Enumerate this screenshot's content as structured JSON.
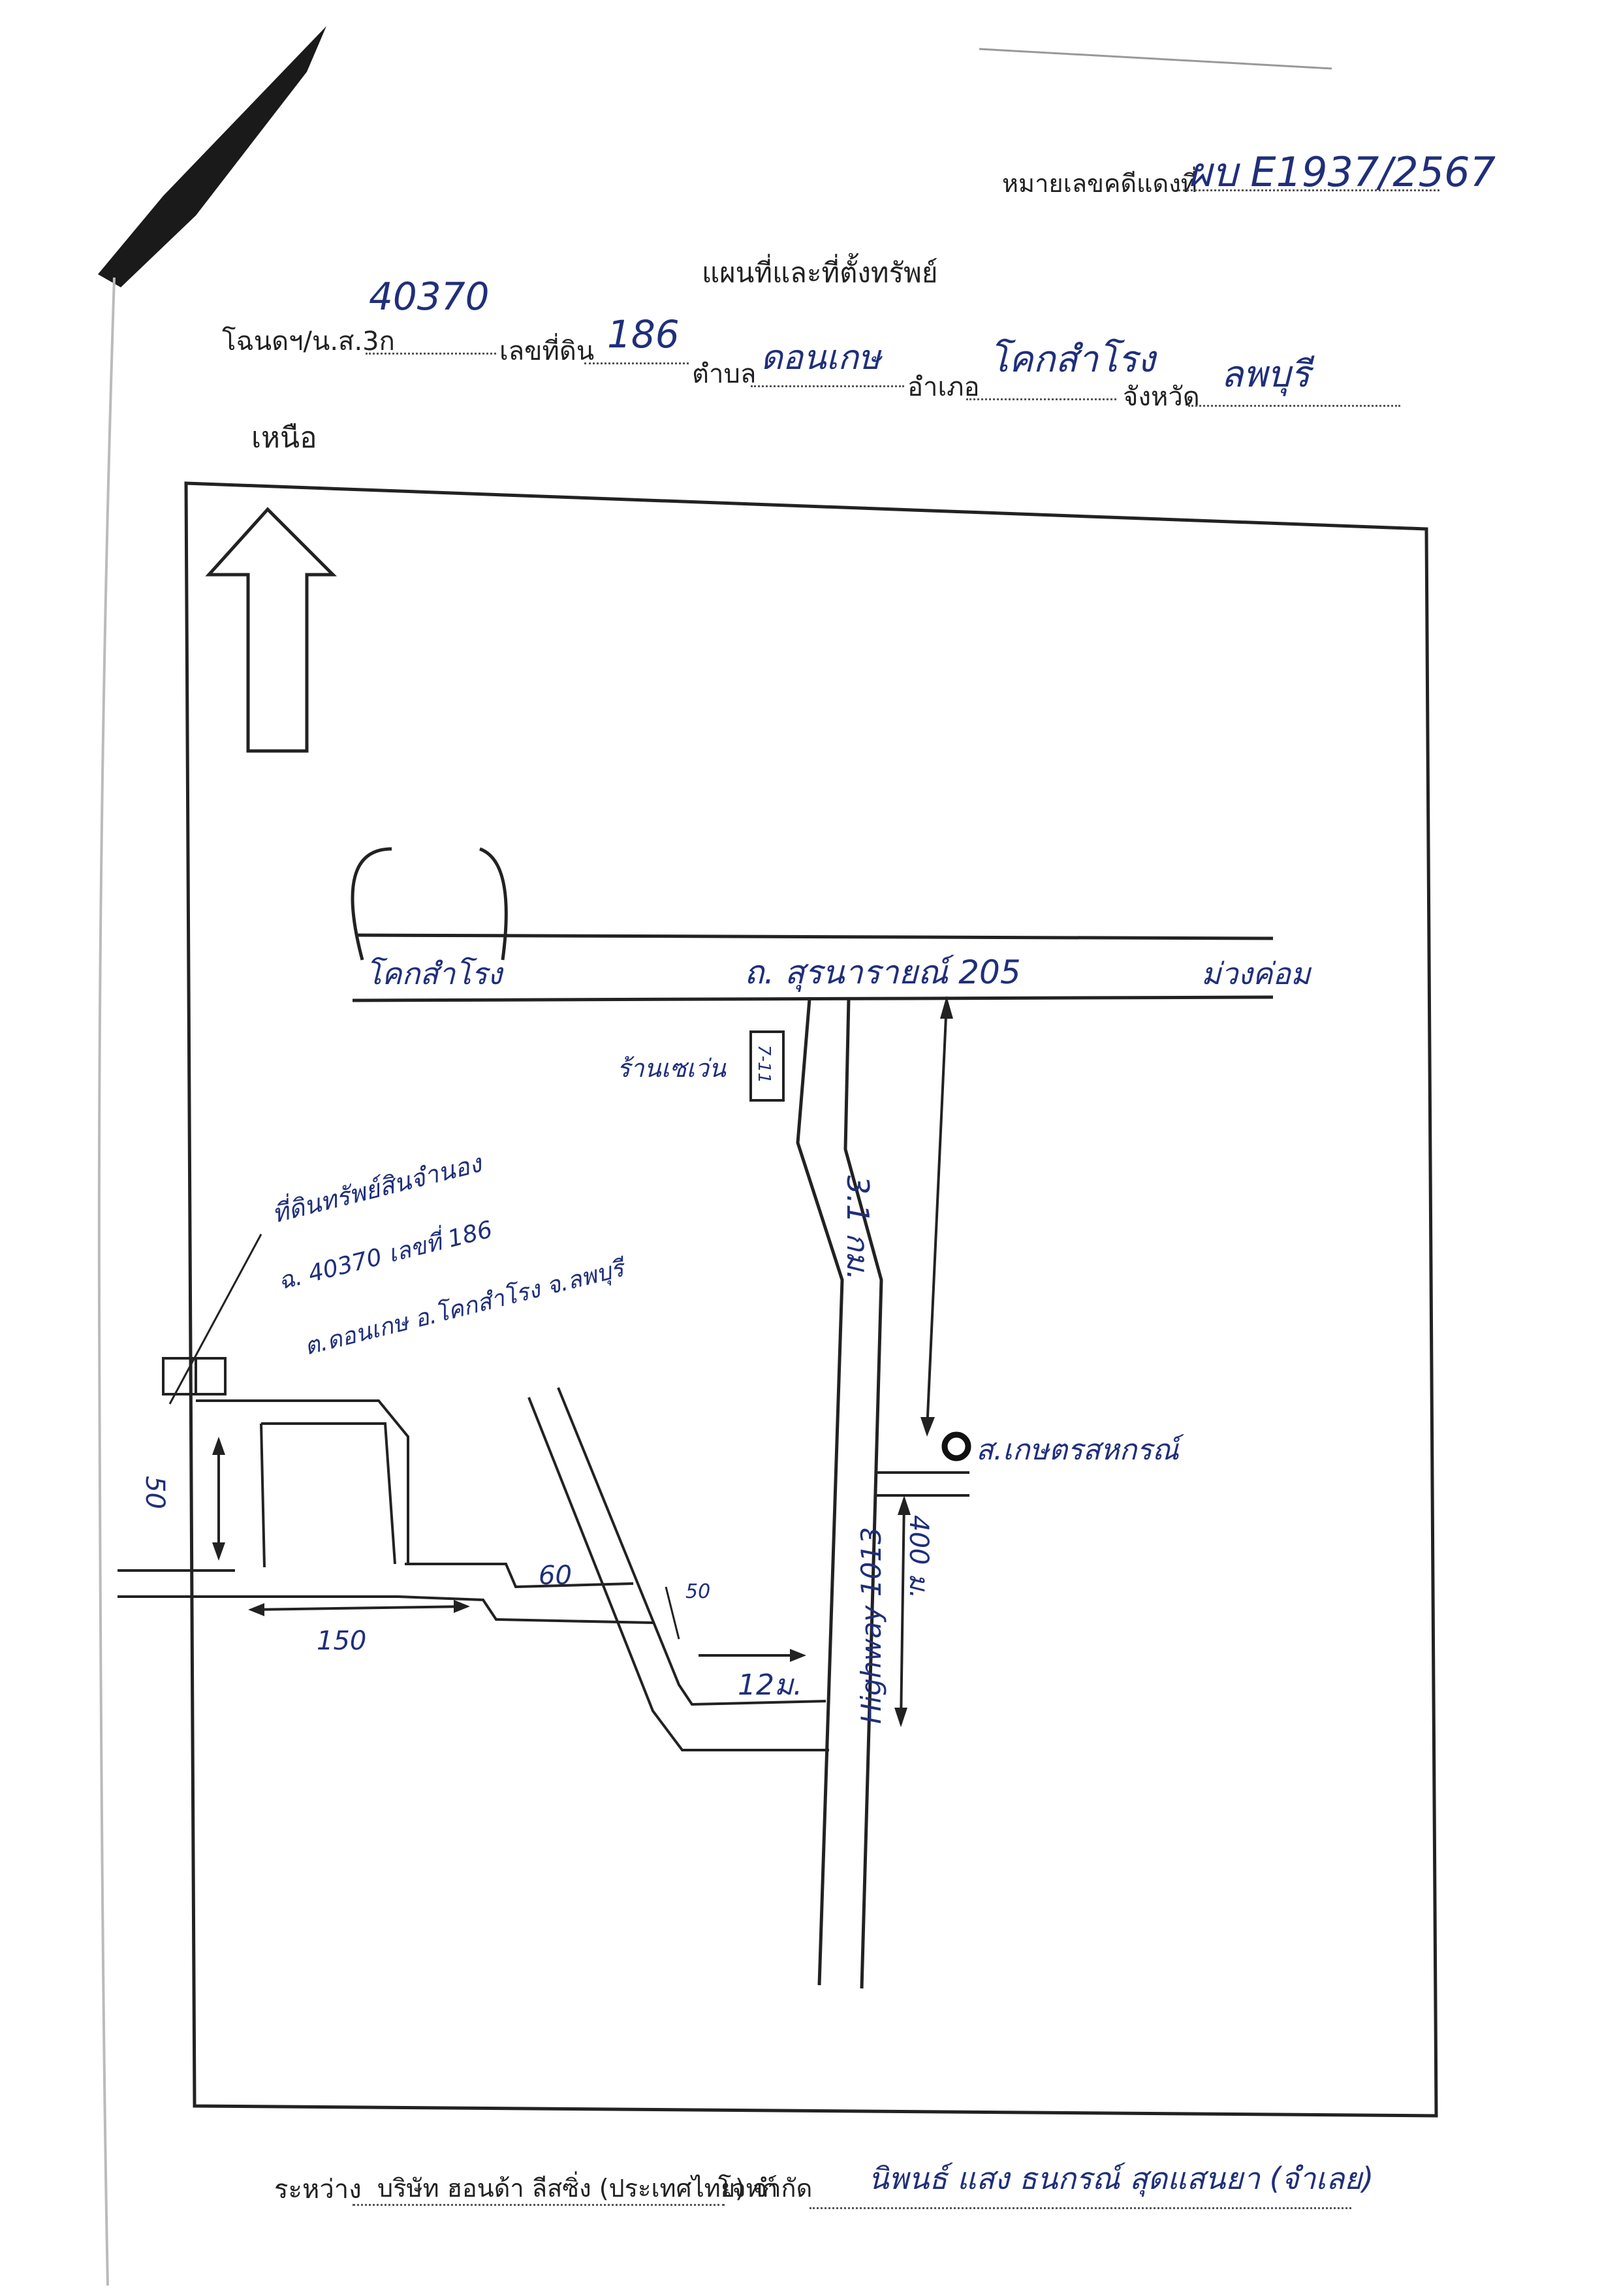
{
  "header": {
    "case_label": "หมายเลขคดีแดงที่",
    "case_value": "ผบ E1937/2567",
    "title": "แผนที่และที่ตั้งทรัพย์"
  },
  "deed": {
    "deed_label": "โฉนดฯ/น.ส.3ก",
    "deed_value": "40370",
    "land_no_label": "เลขที่ดิน",
    "land_no_value": "186",
    "subdistrict_label": "ตำบล",
    "subdistrict_value": "ดอนเกษ",
    "district_label": "อำเภอ",
    "district_value": "โคกสำโรง",
    "province_label": "จังหวัด",
    "province_value": "ลพบุรี"
  },
  "north_label": "เหนือ",
  "map": {
    "top_road_left": "โคกสำโรง",
    "top_road_middle": "ถ. สุรนารายณ์ 205",
    "top_road_right": "ม่วงค่อม",
    "shop_label": "ร้านเซเว่น",
    "shop_sign": "7-11",
    "distance_vertical": "3.1 กม.",
    "landmark": "ส.เกษตรสหกรณ์",
    "highway_label": "Highway 1013",
    "distance_highway": "400 ม.",
    "property_note_line1": "ที่ดินทรัพย์สินจำนอง",
    "property_note_line2": "ฉ. 40370 เลขที่ 186",
    "property_note_line3": "ต.ดอนเกษ อ.โคกสำโรง จ.ลพบุรี",
    "dim_50_left": "50",
    "dim_150": "150",
    "dim_60": "60",
    "dim_50_mid": "50",
    "dim_12": "12ม."
  },
  "footer": {
    "between_label": "ระหว่าง",
    "plaintiff": "บริษัท ฮอนด้า ลีสซิ่ง (ประเทศไทย) จำกัด",
    "plaintiff_role": "โจทก์",
    "defendant": "นิพนธ์ แสง ธนกรณ์ สุดแสนยา (จำเลย)"
  }
}
